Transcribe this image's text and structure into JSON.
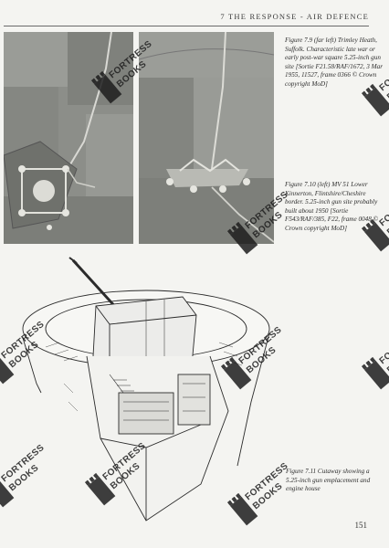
{
  "header": {
    "running_head": "7 THE RESPONSE - AIR DEFENCE"
  },
  "captions": {
    "fig_7_9": "Figure 7.9 (far left) Trimley Heath, Suffolk. Characteristic late war or early post-war square 5.25-inch gun site [Sortie F21.58/RAF/1672, 3 Mar 1955, 11527, frame 0366 © Crown copyright MoD]",
    "fig_7_10": "Figure 7.10 (left) MV 51 Lower Kinnerton, Flintshire/Cheshire border. 5.25-inch gun site probably built about 1950 [Sortie F543/RAF/385, F22, frame 0048 © Crown copyright MoD]",
    "fig_7_11": "Figure 7.11 Cutaway showing a 5.25-inch gun emplacement and engine house"
  },
  "watermark": {
    "line1": "FORTRESS",
    "line2": "BOOKS"
  },
  "page_number": "151"
}
